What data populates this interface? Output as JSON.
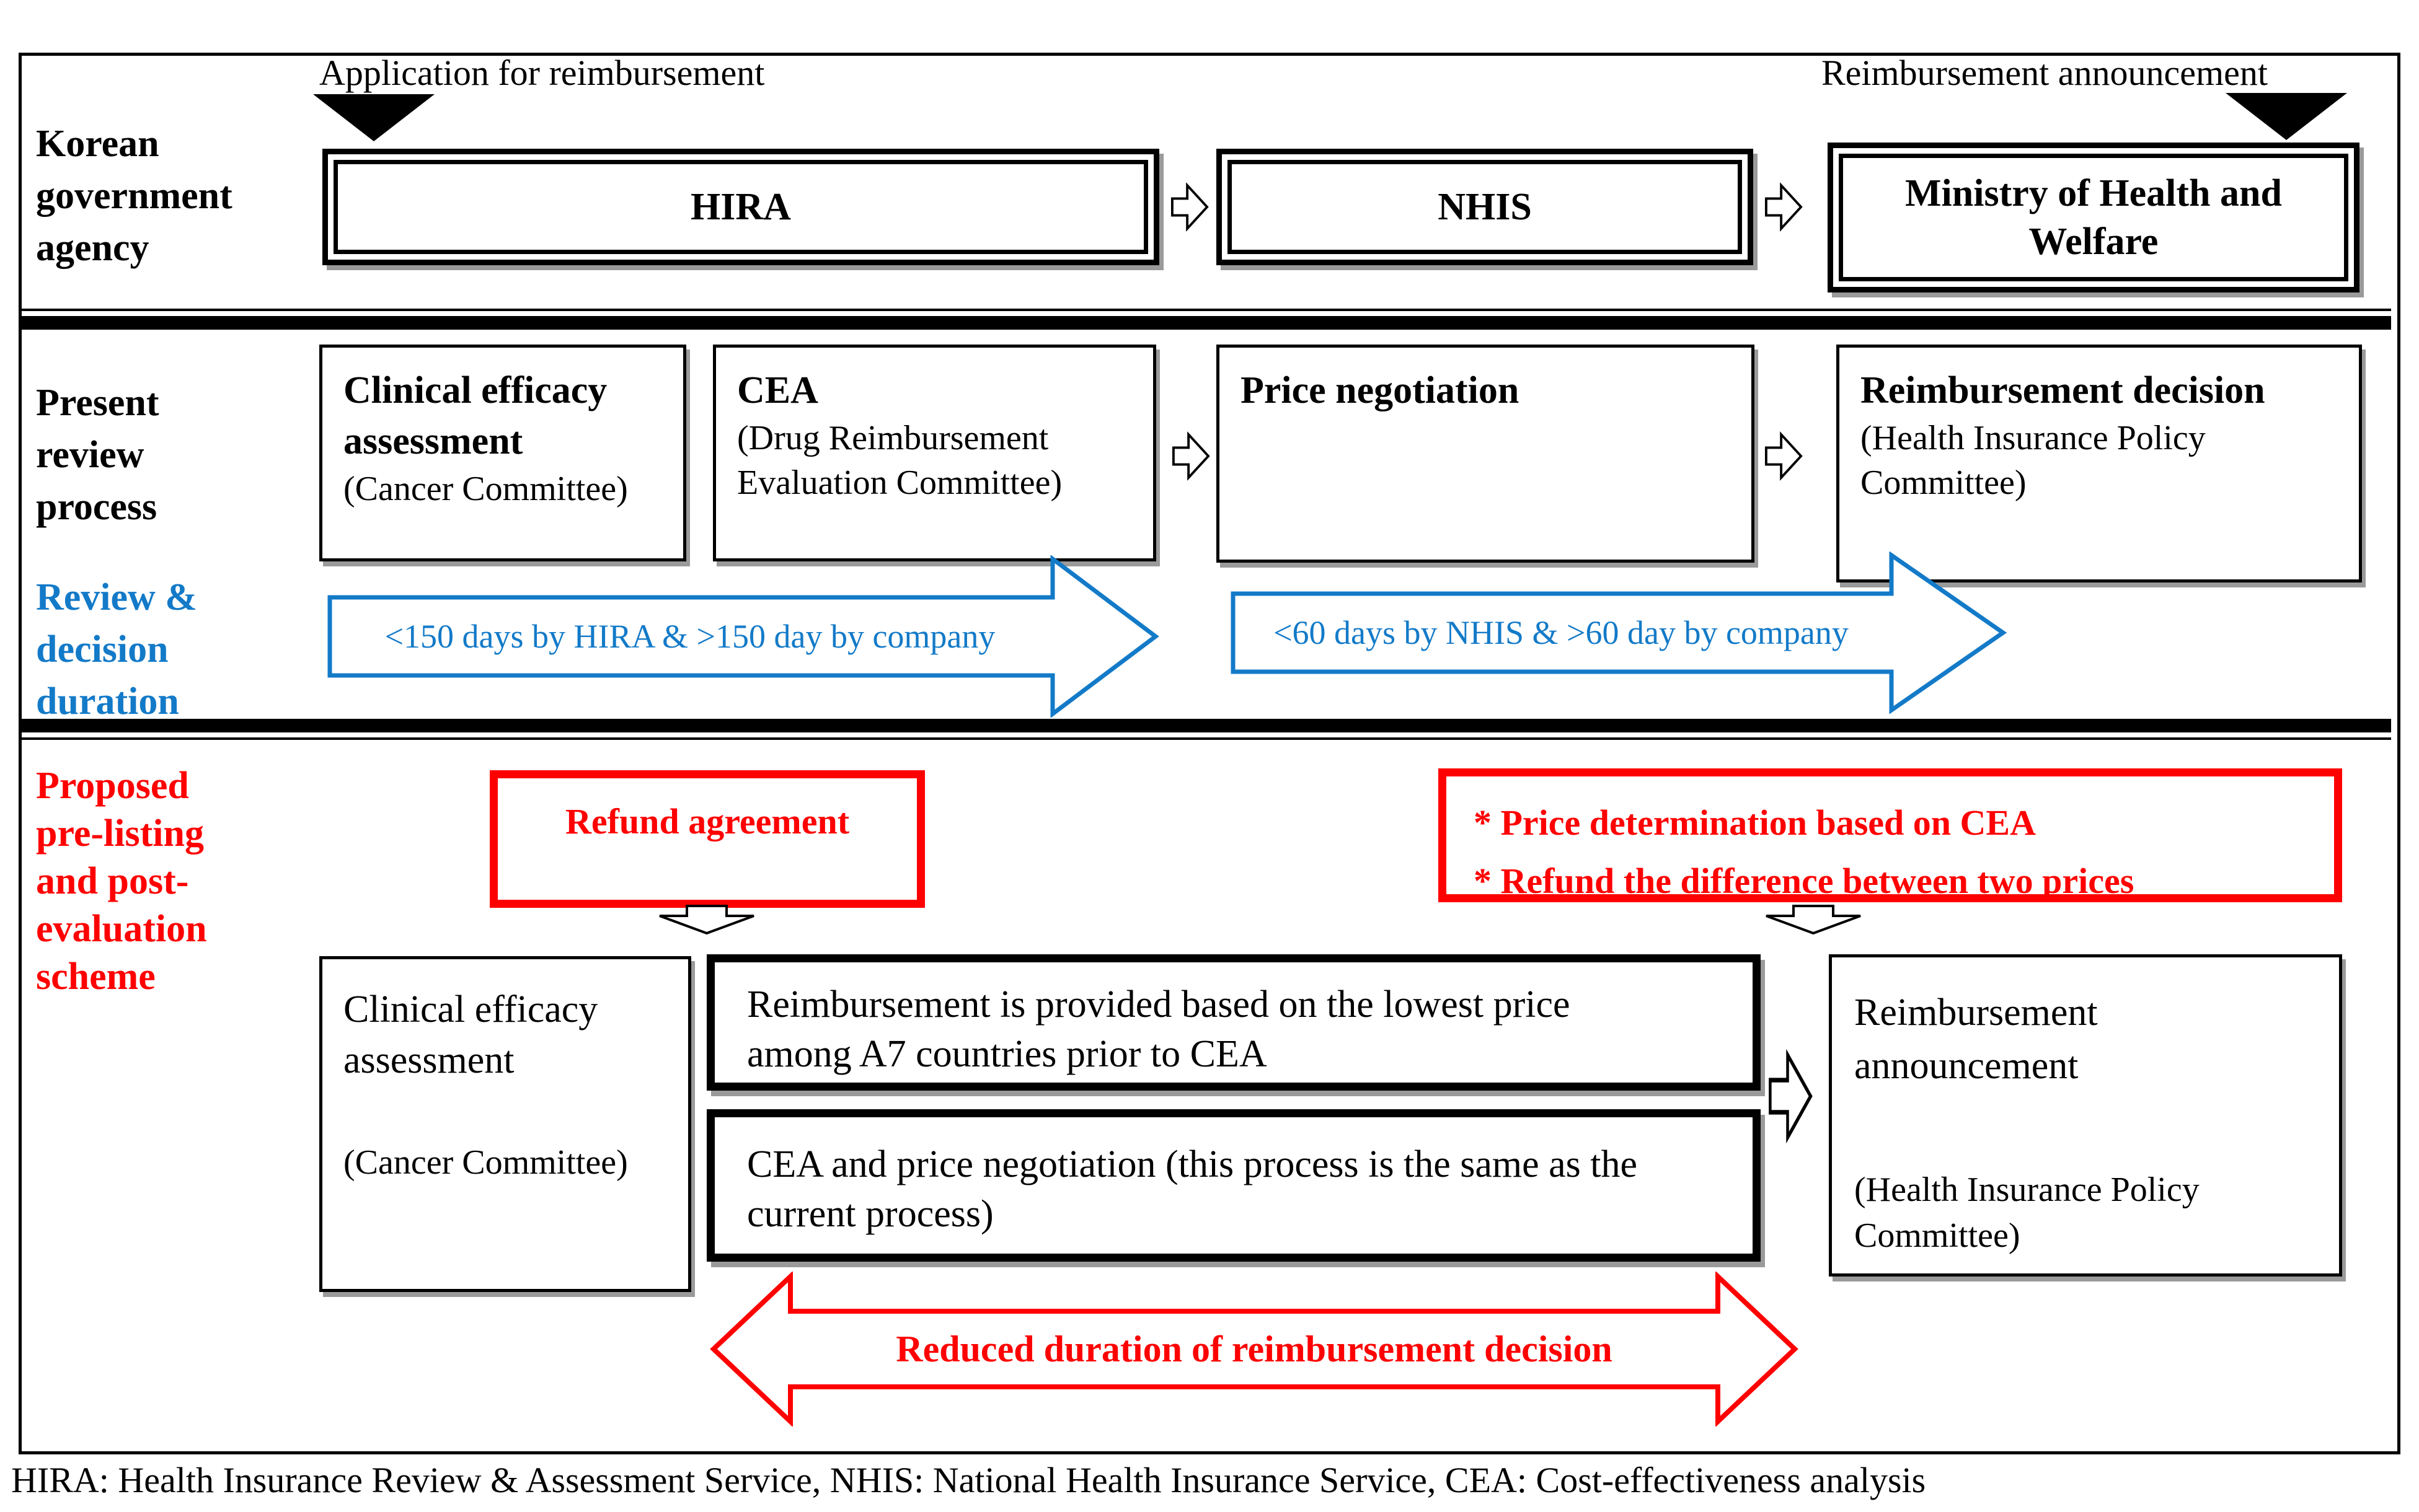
{
  "colors": {
    "accent_blue": "#137AC8",
    "accent_red": "#FF0000",
    "ink": "#000000"
  },
  "section1": {
    "agency_label": [
      "Korean",
      "government",
      "agency"
    ],
    "application_label": "Application for reimbursement",
    "announcement_label": "Reimbursement announcement",
    "hira_box": "HIRA",
    "nhis_box": "NHIS",
    "mohw_box_lines": [
      "Ministry of Health and",
      "Welfare"
    ]
  },
  "section2": {
    "process_label": [
      "Present",
      "review",
      "process"
    ],
    "duration_label": [
      "Review &",
      "decision",
      "duration"
    ],
    "clinical_box": {
      "title_lines": [
        "Clinical efficacy",
        "assessment"
      ],
      "subtitle": "(Cancer Committee)"
    },
    "cea_box": {
      "title": "CEA",
      "subtitle_lines": [
        "(Drug Reimbursement",
        "Evaluation Committee)"
      ]
    },
    "price_box": {
      "title": "Price negotiation"
    },
    "decision_box": {
      "title": "Reimbursement decision",
      "subtitle_lines": [
        "(Health Insurance Policy",
        "Committee)"
      ]
    },
    "hira_duration_arrow": "<150 days by HIRA & >150 day by company",
    "nhis_duration_arrow": "<60 days by NHIS & >60 day by company"
  },
  "section3": {
    "scheme_label": [
      "Proposed",
      "pre-listing",
      "and post-",
      "evaluation",
      "scheme"
    ],
    "refund_box": "Refund agreement",
    "price_rules_lines": [
      "* Price determination based on CEA",
      "* Refund the difference between two prices"
    ],
    "clinical_box": {
      "title_lines": [
        "Clinical efficacy",
        "assessment"
      ],
      "subtitle": "(Cancer Committee)"
    },
    "box_a_lines": [
      "Reimbursement is provided based on the lowest price",
      "among A7 countries prior to CEA"
    ],
    "box_b_lines": [
      "CEA and price negotiation (this process is the same as the",
      "current process)"
    ],
    "announcement_box": {
      "title_lines": [
        "Reimbursement",
        "announcement"
      ],
      "subtitle_lines": [
        "(Health Insurance Policy",
        "Committee)"
      ]
    },
    "reduced_arrow": "Reduced duration of reimbursement decision"
  },
  "footer": {
    "note": "HIRA: Health Insurance Review & Assessment Service, NHIS: National Health Insurance Service, CEA: Cost-effectiveness analysis"
  }
}
